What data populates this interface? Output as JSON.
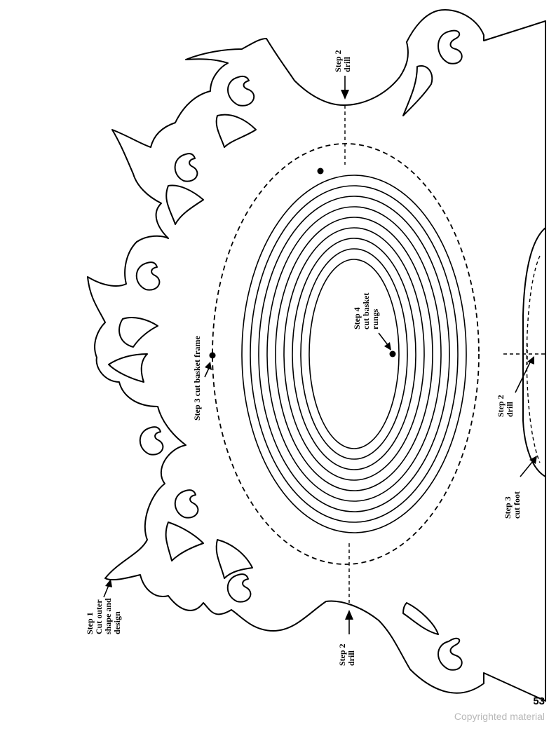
{
  "labels": {
    "step1": [
      "Step 1",
      "Cut outer",
      "shape and",
      "design"
    ],
    "step2_top": [
      "Step 2",
      "drill"
    ],
    "step2_bottom": [
      "Step 2",
      "drill"
    ],
    "step2_foot": [
      "Step 2",
      "drill"
    ],
    "step3_frame": "Step 3 cut basket frame",
    "step3_foot": [
      "Step 3",
      "cut foot"
    ],
    "step4": [
      "Step 4",
      "cut basket",
      "rungs"
    ]
  },
  "page_number": "53",
  "copyright": "Copyrighted material"
}
